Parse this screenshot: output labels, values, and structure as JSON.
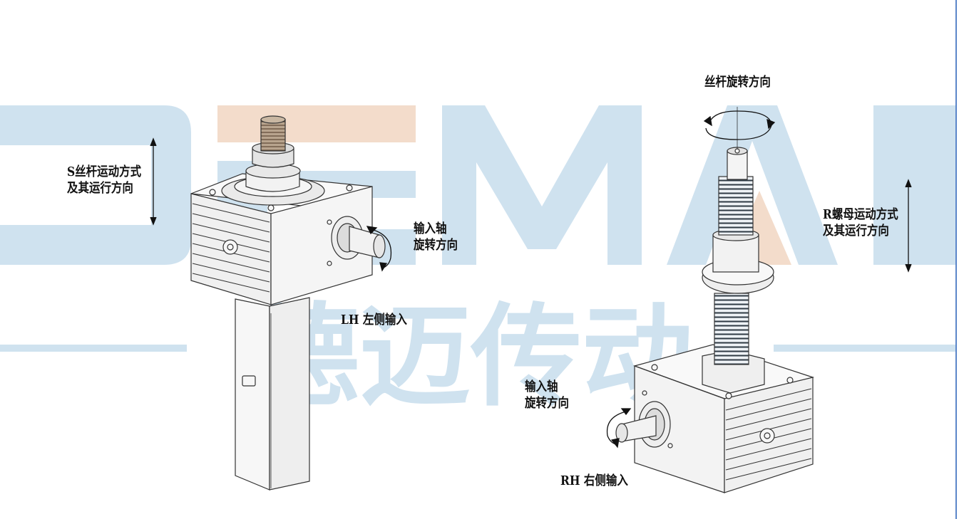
{
  "watermark": {
    "latin": "DEMAI",
    "chinese": "德迈传动",
    "colors": {
      "blue": "#cfe2ef",
      "peach": "#f3dccb"
    }
  },
  "left_unit": {
    "screw_motion_label": [
      "S丝杆运动方式",
      "及其运行方向"
    ],
    "input_shaft_label": [
      "输入轴",
      "旋转方向"
    ],
    "side_label": "LH 左侧输入"
  },
  "right_unit": {
    "screw_rotation_label": "丝杆旋转方向",
    "nut_motion_label": [
      "R螺母运动方式",
      "及其运行方向"
    ],
    "input_shaft_label": [
      "输入轴",
      "旋转方向"
    ],
    "side_label": "RH 右侧输入"
  },
  "colors": {
    "line": "#333333",
    "body": "#f4f4f4",
    "thread": "#8a7560",
    "frame": "#5b86c9"
  }
}
